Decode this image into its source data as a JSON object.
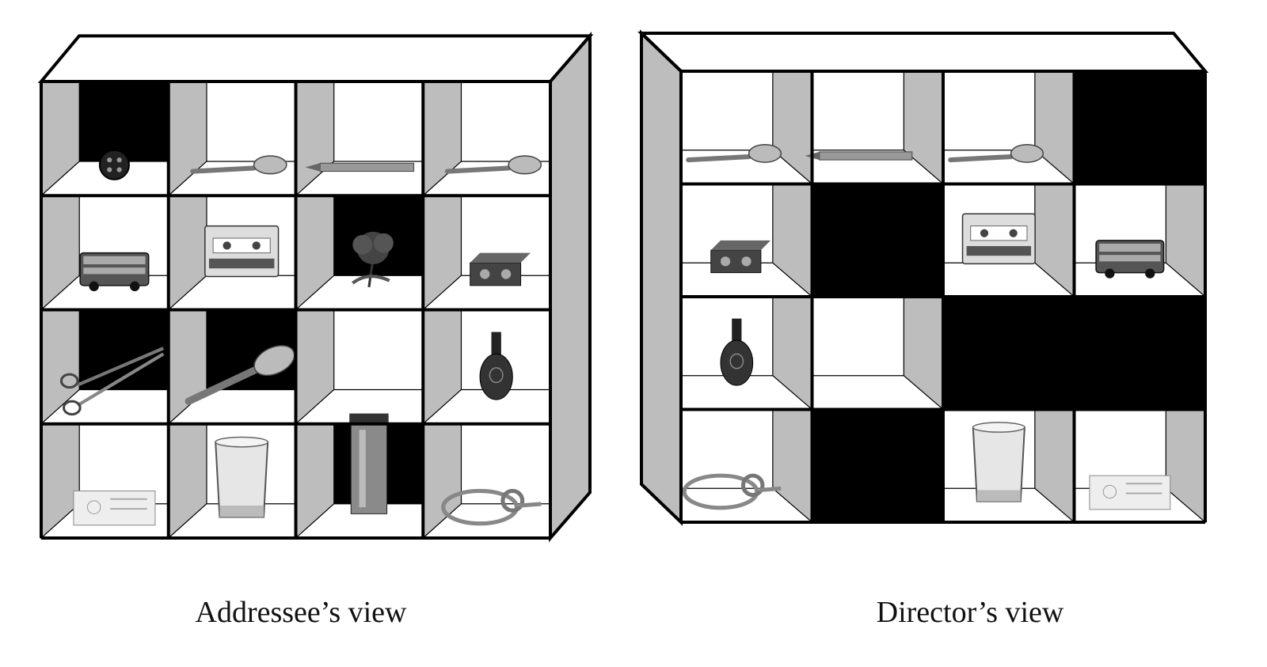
{
  "captions": {
    "addressee": "Addressee’s view",
    "director": "Director’s view"
  },
  "colors": {
    "frame": "#000000",
    "side_panel": "#bdbdbd",
    "occluded": "#000000",
    "cell_bg": "#ffffff"
  },
  "addressee_grid": [
    [
      {
        "object": "button",
        "occluded": true
      },
      {
        "object": "spoon"
      },
      {
        "object": "pencil"
      },
      {
        "object": "spoon"
      }
    ],
    [
      {
        "object": "bus"
      },
      {
        "object": "cassette"
      },
      {
        "object": "flower",
        "occluded": true
      },
      {
        "object": "sharpener"
      }
    ],
    [
      {
        "object": "scissors",
        "occluded": true
      },
      {
        "object": "large-spoon",
        "occluded": true
      },
      {
        "object": "empty"
      },
      {
        "object": "nail-polish"
      }
    ],
    [
      {
        "object": "card"
      },
      {
        "object": "glass"
      },
      {
        "object": "canister",
        "occluded": true
      },
      {
        "object": "rope"
      }
    ]
  ],
  "director_grid": [
    [
      {
        "object": "spoon"
      },
      {
        "object": "pencil"
      },
      {
        "object": "spoon"
      },
      {
        "object": "occluded",
        "occluded": true
      }
    ],
    [
      {
        "object": "sharpener"
      },
      {
        "object": "occluded",
        "occluded": true
      },
      {
        "object": "cassette"
      },
      {
        "object": "bus"
      }
    ],
    [
      {
        "object": "nail-polish"
      },
      {
        "object": "empty"
      },
      {
        "object": "occluded",
        "occluded": true
      },
      {
        "object": "occluded",
        "occluded": true
      }
    ],
    [
      {
        "object": "rope"
      },
      {
        "object": "occluded",
        "occluded": true
      },
      {
        "object": "glass"
      },
      {
        "object": "card"
      }
    ]
  ]
}
